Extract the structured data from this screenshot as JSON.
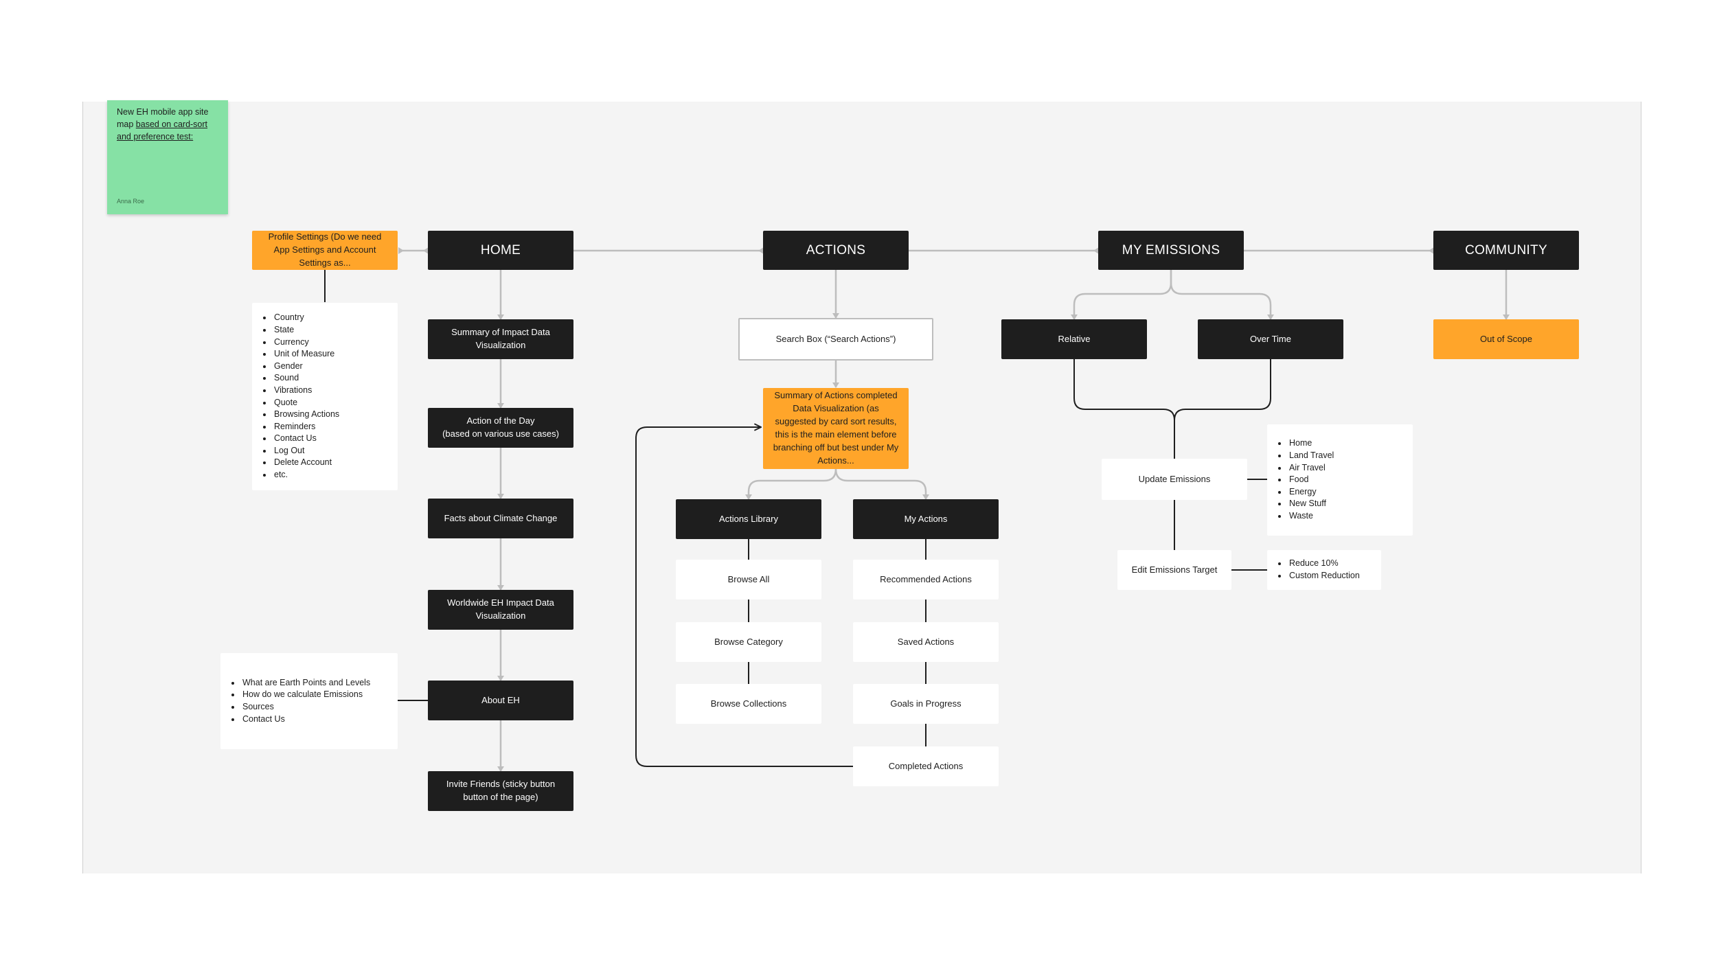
{
  "sticky": {
    "text_plain": "New EH mobile app site map ",
    "text_link": "based on card-sort and preference test:",
    "author": "Anna Roe"
  },
  "nodes": {
    "home": "HOME",
    "actions": "ACTIONS",
    "my_emissions": "MY EMISSIONS",
    "community": "COMMUNITY",
    "profile_settings": "Profile Settings (Do we need App Settings and Account Settings as...",
    "summary_impact": "Summary of Impact Data Visualization",
    "action_of_day": "Action of the Day\n(based on various use cases)",
    "facts_climate": "Facts about Climate Change",
    "worldwide_impact": "Worldwide EH Impact Data Visualization",
    "about_eh": "About EH",
    "invite_friends": "Invite Friends (sticky button button of the page)",
    "search_box": "Search Box (“Search Actions”)",
    "summary_actions": "Summary of Actions completed Data Visualization (as suggested by card sort results, this is the main element before branching off but best under My Actions...",
    "actions_library": "Actions Library",
    "my_actions": "My Actions",
    "browse_all": "Browse All",
    "browse_category": "Browse Category",
    "browse_collections": "Browse Collections",
    "recommended_actions": "Recommended Actions",
    "saved_actions": "Saved Actions",
    "goals_in_progress": "Goals in Progress",
    "completed_actions": "Completed Actions",
    "relative": "Relative",
    "over_time": "Over Time",
    "update_emissions": "Update Emissions",
    "edit_emissions_target": "Edit Emissions Target",
    "out_of_scope": "Out of Scope"
  },
  "lists": {
    "profile_settings": [
      "Country",
      "State",
      "Currency",
      "Unit of Measure",
      "Gender",
      "Sound",
      "Vibrations",
      "Quote",
      "Browsing Actions",
      "Reminders",
      "Contact Us",
      "Log Out",
      "Delete Account",
      "etc."
    ],
    "about_eh": [
      "What are Earth Points and Levels",
      "How do we calculate Emissions",
      "Sources",
      "Contact Us"
    ],
    "update_emissions": [
      "Home",
      "Land Travel",
      "Air Travel",
      "Food",
      "Energy",
      "New Stuff",
      "Waste"
    ],
    "edit_emissions_target": [
      "Reduce 10%",
      "Custom Reduction"
    ]
  },
  "colors": {
    "canvas": "#f4f4f4",
    "dark_node": "#1e1e1e",
    "orange_node": "#ffa52a",
    "sticky": "#86e1a5",
    "connector_gray": "#bdbdbd",
    "connector_dark": "#1e1e1e"
  }
}
